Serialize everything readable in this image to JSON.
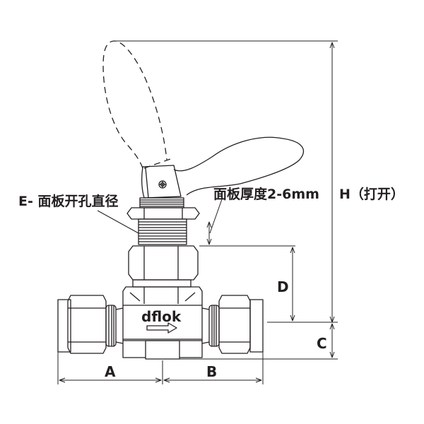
{
  "diagram": {
    "subject": "panel-mount needle valve with T-handle",
    "colors": {
      "line": "#231f20",
      "background": "#ffffff"
    }
  },
  "labels": {
    "panel_hole_diameter": "E- 面板开孔直径",
    "panel_thickness": "面板厚度2-6mm",
    "height_open": "H（打开）",
    "dim_a": "A",
    "dim_b": "B",
    "dim_c": "C",
    "dim_d": "D",
    "brand": "dflok"
  },
  "annotations": {
    "flow_arrow": "right-arrow-icon",
    "handle_open_position": "dashed outline",
    "handle_closed_position": "solid outline"
  }
}
